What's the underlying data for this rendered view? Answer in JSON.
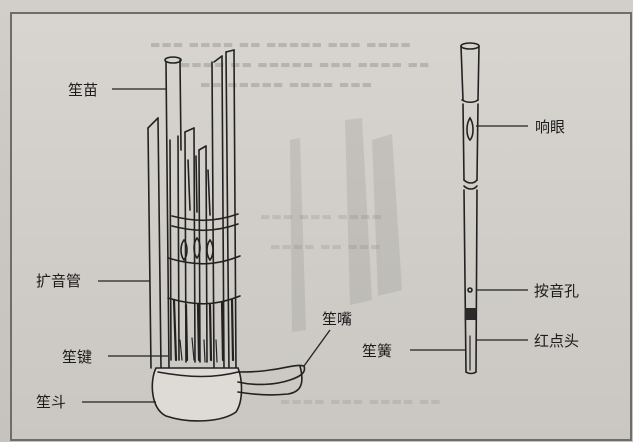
{
  "diagram": {
    "labels_left": {
      "sheng_miao": "笙苗",
      "kuo_yin_guan": "扩音管",
      "sheng_jian": "笙键",
      "sheng_dou": "笙斗"
    },
    "label_mouthpiece": "笙嘴",
    "labels_right": {
      "xiang_yan": "响眼",
      "an_yin_kong": "按音孔",
      "sheng_huang": "笙簧",
      "hong_dian_tou": "红点头"
    }
  }
}
